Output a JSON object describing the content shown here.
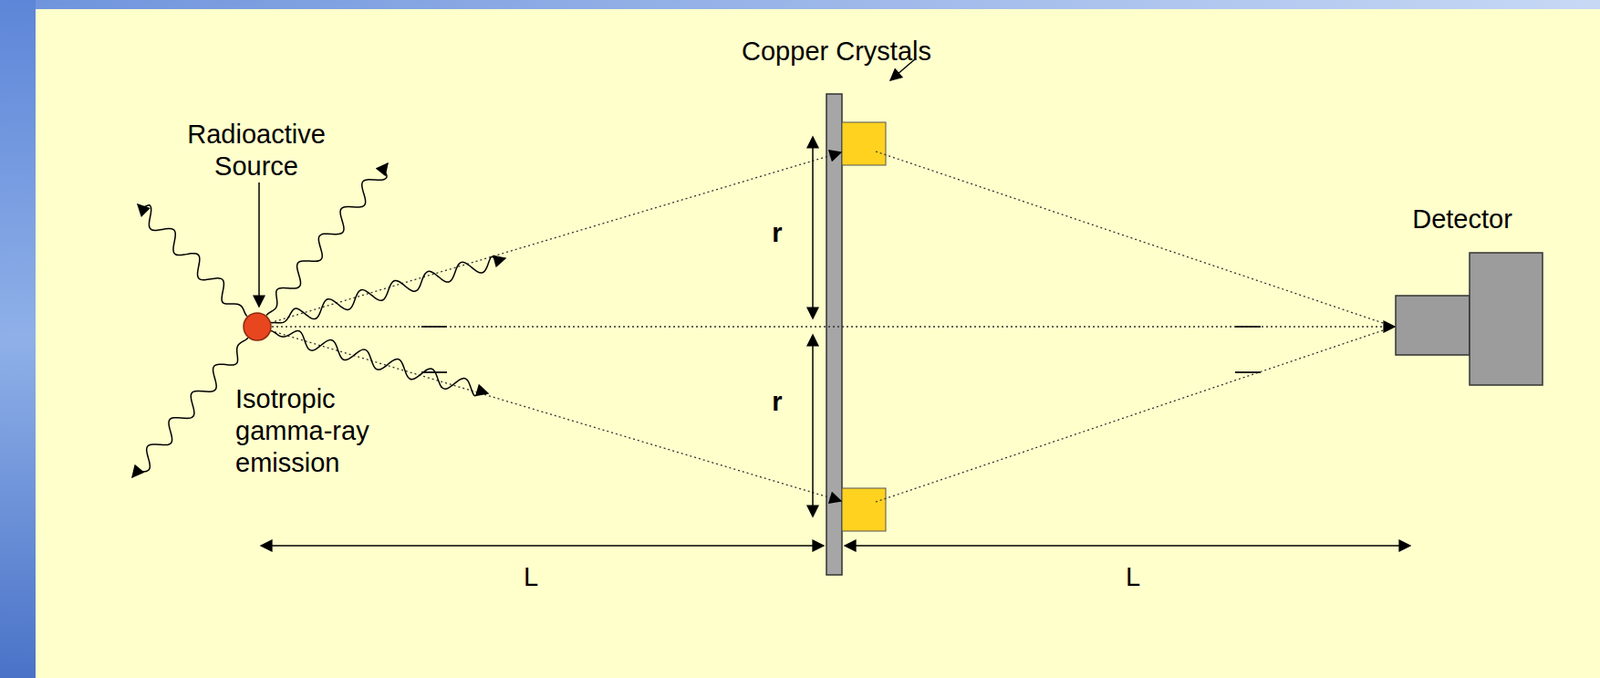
{
  "diagram": {
    "nodes": [
      {
        "text": [
          "Radioactive Source"
        ]
      },
      {
        "text": [
          "Detector"
        ]
      }
    ],
    "edges": [
      {
        "from": 0,
        "to": 1,
        "arrow": "to"
      }
    ],
    "labels": [
      "Copper Crystals",
      "Isotropic gamma-ray emission",
      "r",
      "r",
      "L",
      "L"
    ]
  }
}
